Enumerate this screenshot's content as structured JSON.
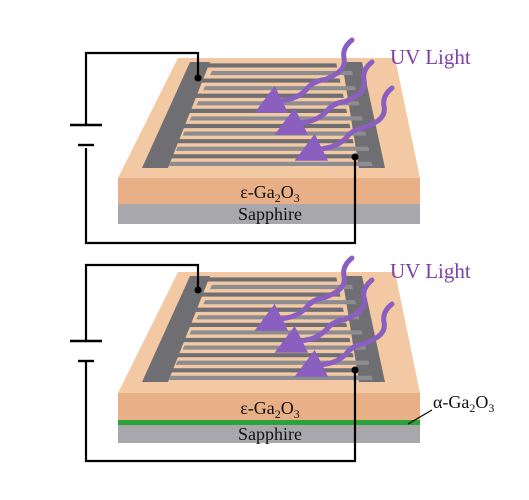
{
  "colors": {
    "substrate_top": "#f3c9a4",
    "substrate_side": "#e9b088",
    "substrate_edge": "#d99a72",
    "sapphire": "#a8a8ac",
    "sapphire_dark": "#8f8f94",
    "electrode": "#6f6f73",
    "electrode_light": "#8d8d91",
    "interlayer": "#2aa43a",
    "uv": "#8a5fc0",
    "uv_label": "#7e3fa8",
    "wire": "#000000",
    "text": "#111111"
  },
  "icons": {
    "battery": "battery-icon",
    "uv_arrow": "wavy-arrow-icon"
  },
  "devices": [
    {
      "uv_label": "UV Light",
      "film_prefix": "ε-Ga",
      "film_sub1": "2",
      "film_mid": "O",
      "film_sub2": "3",
      "substrate_label": "Sapphire"
    },
    {
      "uv_label": "UV Light",
      "film_prefix": "ε-Ga",
      "film_sub1": "2",
      "film_mid": "O",
      "film_sub2": "3",
      "substrate_label": "Sapphire",
      "interlayer_prefix": "α-Ga",
      "interlayer_sub1": "2",
      "interlayer_mid": "O",
      "interlayer_sub2": "3"
    }
  ]
}
